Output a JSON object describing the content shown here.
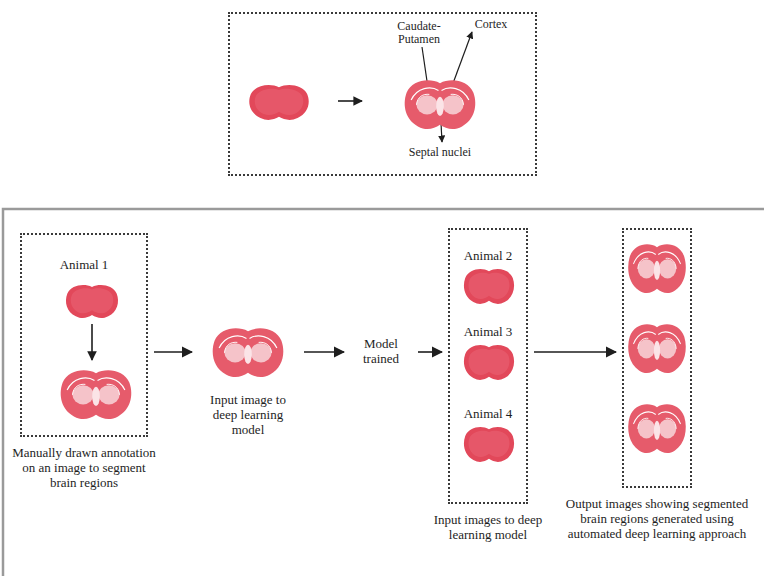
{
  "diagram": {
    "nodes": [
      {
        "text": [
          "Caudate-Putamen",
          "Cortex",
          "Septal nuclei"
        ]
      },
      {
        "text": [
          "Animal 1",
          "Manually drawn annotation on an image to segment brain regions"
        ]
      },
      {
        "text": [
          "Input image to deep learning model"
        ]
      },
      {
        "text": [
          "Model trained"
        ]
      },
      {
        "text": [
          "Animal 2",
          "Animal 3",
          "Animal 4",
          "Input images to deep learning model"
        ]
      },
      {
        "text": [
          "Output images showing segmented brain regions generated using automated deep learning approach"
        ]
      }
    ],
    "edges": [
      {
        "from": 1,
        "to": 2,
        "arrow": "to"
      },
      {
        "from": 2,
        "to": 3,
        "arrow": "to"
      },
      {
        "from": 3,
        "to": 4,
        "arrow": "to"
      },
      {
        "from": 4,
        "to": 5,
        "arrow": "to"
      }
    ]
  }
}
